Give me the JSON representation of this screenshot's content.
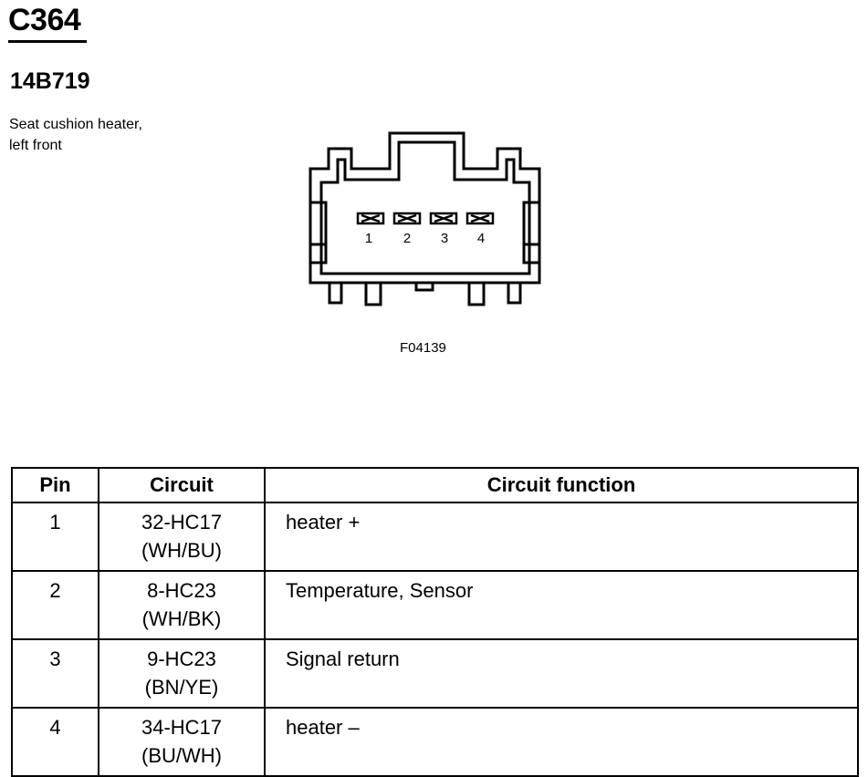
{
  "header": {
    "connector_id": "C364",
    "part_number": "14B719",
    "description_line1": "Seat cushion heater,",
    "description_line2": "left front"
  },
  "connector": {
    "pin_labels": [
      "1",
      "2",
      "3",
      "4"
    ],
    "figure_id": "F04139"
  },
  "table": {
    "headers": [
      "Pin",
      "Circuit",
      "Circuit function"
    ],
    "rows": [
      {
        "pin": "1",
        "circuit": "32-HC17",
        "color": "(WH/BU)",
        "function": "heater +"
      },
      {
        "pin": "2",
        "circuit": "8-HC23",
        "color": "(WH/BK)",
        "function": "Temperature, Sensor"
      },
      {
        "pin": "3",
        "circuit": "9-HC23",
        "color": "(BN/YE)",
        "function": "Signal return"
      },
      {
        "pin": "4",
        "circuit": "34-HC17",
        "color": "(BU/WH)",
        "function": "heater –"
      }
    ]
  }
}
